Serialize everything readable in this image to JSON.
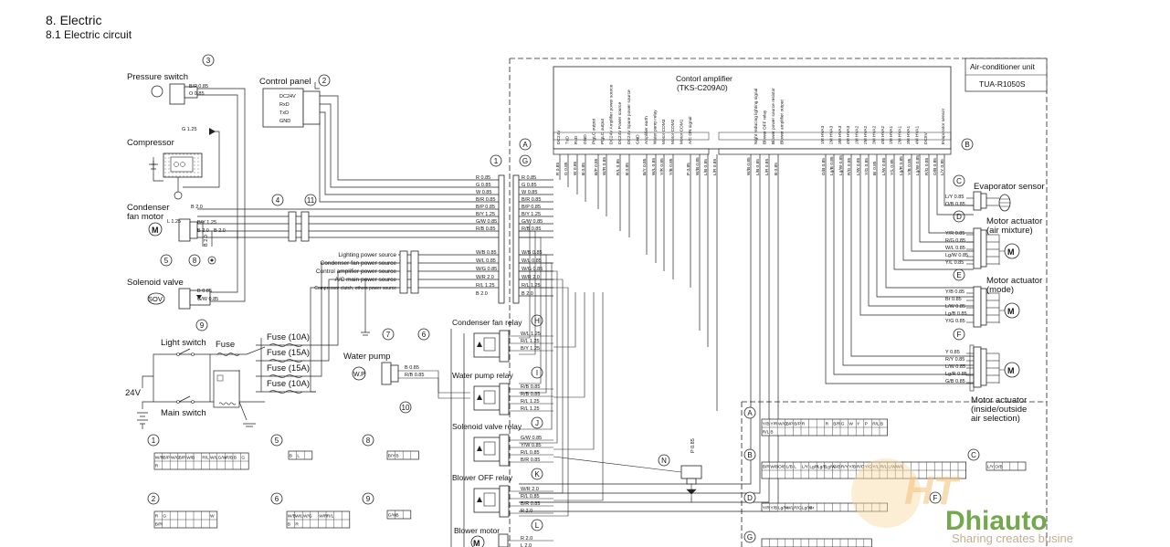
{
  "header": {
    "title": "8.  Electric",
    "subtitle": "8.1  Electric circuit"
  },
  "unit": {
    "title": "Air-conditioner unit",
    "model": "TUA-R1050S"
  },
  "amp": {
    "title": "Contorl amplifier",
    "model": "(TKS-C209A0)"
  },
  "amp_pins_left": [
    "DC24V",
    "TxD",
    "RxD",
    "GND",
    "PtgLC output",
    "PtgLC output",
    "DC24V Amplifier power source",
    "DC24V Power source",
    "DC24V Spare power source",
    "GND",
    "Amplifier earth",
    "Water pump relay",
    "Motor COM3",
    "Motor COM2",
    "Motor COM1",
    "A/C ON signal"
  ],
  "amp_pins_right": [
    "Night reducing lighting signal",
    "Blower OFF relay",
    "Blower power source resistor",
    "Blower amplifier output",
    "1M HVA3",
    "2M HVA3",
    "3M HVA3",
    "4M HVA3",
    "1M HVA2",
    "2M HVA2",
    "3M HVA2",
    "4M HVA2",
    "1M HVA1",
    "2M HVA1",
    "3M HVA1",
    "4M HVA1",
    "DC5V",
    "Evaporator sensor"
  ],
  "components": {
    "pressure_switch": "Pressure switch",
    "control_panel": "Control panel",
    "compressor": "Compressor",
    "condenser_fan_motor": "Condenser\nfan motor",
    "solenoid_valve": "Solenoid valve",
    "light_switch": "Light switch",
    "fuse": "Fuse",
    "main_switch": "Main switch",
    "battery": "24V",
    "water_pump": "Water pump",
    "condenser_fan_relay": "Condenser fan relay",
    "water_pump_relay": "Water pump relay",
    "solenoid_valve_relay": "Solenoid valve relay",
    "blower_off_relay": "Blower OFF relay",
    "blower_motor": "Blower motor",
    "evaporator_sensor": "Evaporator sensor",
    "motor_actuator_air": "Motor actuator\n(air mixture)",
    "motor_actuator_mode": "Motor actuator\n(mode)",
    "motor_actuator_inside": "Motor actuator\n(inside/outside\nair selection)"
  },
  "fuses": [
    "Fuse (10A)",
    "Fuse (15A)",
    "Fuse (15A)",
    "Fuse (10A)"
  ],
  "power_sources": [
    "Lighting power source",
    "Condenser fan power source",
    "Control amplifier power source",
    "A/C main power source",
    "Compressor clutch, others power source"
  ],
  "control_panel_pins": [
    "DC24V",
    "RxD",
    "TxD",
    "GND"
  ],
  "wires_g": [
    "R 0.85",
    "G 0.85",
    "W 0.85",
    "B/R 0.85",
    "B/P 0.85",
    "B/Y 1.25",
    "G/W 0.85",
    "R/B 0.85",
    "",
    "W/B 0.85",
    "W/L 0.85",
    "W/G 0.85",
    "W/R 2.0",
    "R/L 1.25",
    "B 2.0"
  ],
  "wires_left": [
    "B/P 0.85",
    "O 0.85",
    "G 1.25",
    "B 2.0",
    "L 1.25",
    "B/Y 1.25",
    "B 2.0",
    "B 2.0",
    "B 2.0",
    "B 0.85",
    "G/W 0.85",
    "B/R 0.85",
    "R/B 0.85"
  ],
  "amp_wire_labels": [
    "R 0.85",
    "G 0.85",
    "W 0.85",
    "B 0.85",
    "B/P 0.85",
    "W/R 0.85",
    "R/L 0.85",
    "B 0.85",
    "B/Y 0.85",
    "W/L 0.85",
    "Y/R 0.85",
    "Y/B 0.85",
    "P 0.85",
    "W/B 0.85",
    "L/B 0.85",
    "L/R 0.85"
  ],
  "amp_wire_labels_r": [
    "G/B 0.85",
    "Lg/B 0.85",
    "Lg/W 0.85",
    "R/G 0.85",
    "L/W 0.85",
    "Y/G 0.85",
    "Br 0.85",
    "L/W 0.85",
    "Y/L 0.85",
    "Lg/R 0.85",
    "Y/B 0.85",
    "Lg/W 0.85",
    "R/G 0.85",
    "O/B 0.85",
    "L/Y 0.85"
  ],
  "relay_wires": {
    "cf": [
      "W/L 1.25",
      "R/L 1.25",
      "B/Y 1.25"
    ],
    "wp": [
      "R/B 0.85",
      "R/B 0.85",
      "R/L 1.25",
      "R/L 1.25"
    ],
    "sv": [
      "G/W 0.85",
      "Y/W 0.85",
      "R/L 0.85",
      "B/R 0.85"
    ],
    "bo": [
      "W/R 2.0",
      "R/L 0.85",
      "B/R 0.85",
      "R 2.0"
    ],
    "bm": [
      "R 2.0",
      "L 2.0"
    ]
  },
  "sensor_wires": {
    "C": [
      "L/Y 0.85",
      "O/B 0.85"
    ],
    "D": [
      "Y/R 0.85",
      "R/G 0.85",
      "W/L 0.85",
      "Lg/W 0.85",
      "Y/L 0.85"
    ],
    "E": [
      "Y/B 0.85",
      "Br 0.85",
      "L/W 0.85",
      "Lg/B 0.85",
      "Y/G 0.85"
    ],
    "F": [
      "Y 0.85",
      "R/Y 0.85",
      "L/W 0.85",
      "Lg/R 0.85",
      "G/B 0.85"
    ]
  },
  "water_pump_wires": [
    "B 0.85",
    "R/B 0.85"
  ],
  "n_wire": "P 0.85",
  "conn_labels": {
    "c1": [
      "W/R",
      "B/P",
      "W/G",
      "B/R",
      "W/B",
      "R/L",
      "W/L",
      "G/W",
      "R/B",
      "B",
      "G",
      "R"
    ],
    "c2": [
      "R",
      "G",
      "W",
      "B/R"
    ],
    "c5": [
      "B",
      "L"
    ],
    "c6": [
      "W/B",
      "W/L",
      "W/G",
      "W/R",
      "R/L",
      "B",
      "R"
    ],
    "c8": [
      "B/Y",
      "B"
    ],
    "c9": [
      "G/W",
      "B"
    ],
    "cA": [
      "Y/B",
      "Y/R",
      "W/G",
      "B/P",
      "B/P",
      "R",
      "B/R",
      "G",
      "W",
      "Y",
      "P",
      "R/L",
      "B",
      "R/L",
      "B"
    ],
    "cB": [
      "B/R",
      "W/B",
      "O/B",
      "L/B",
      "L",
      "L/Y",
      "Lg/R",
      "Lg/B",
      "Lg/W",
      "G/B",
      "R/Y",
      "Y/B",
      "R/G",
      "Y/G",
      "Y/L",
      "R/L",
      "L/W",
      "W/L"
    ],
    "cD": [
      "Y/R",
      "Y/B",
      "Lg/W",
      "W/L",
      "R/G",
      "Lg/W",
      "Br"
    ]
  },
  "markers": [
    "1",
    "2",
    "3",
    "4",
    "5",
    "6",
    "7",
    "8",
    "9",
    "10",
    "11",
    "A",
    "B",
    "C",
    "D",
    "E",
    "F",
    "G",
    "H",
    "I",
    "J",
    "K",
    "L",
    "N",
    "M",
    "SOV"
  ],
  "watermark": {
    "brand": "Dhiauto",
    "tagline": "Sharing creates busine"
  }
}
